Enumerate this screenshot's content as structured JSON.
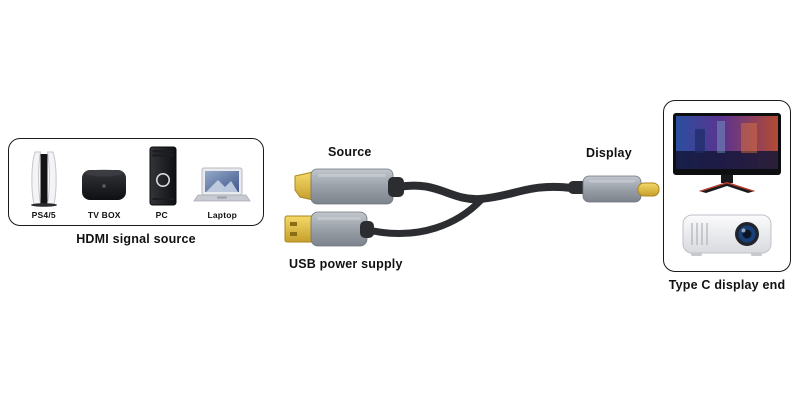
{
  "left_box": {
    "caption": "HDMI signal source",
    "devices": [
      {
        "name": "ps5-console",
        "label": "PS4/5"
      },
      {
        "name": "tv-box",
        "label": "TV BOX"
      },
      {
        "name": "pc-tower",
        "label": "PC"
      },
      {
        "name": "laptop",
        "label": "Laptop"
      }
    ]
  },
  "cable": {
    "source_label": "Source",
    "display_label": "Display",
    "usb_label": "USB power supply",
    "connectors": [
      "hdmi-plug",
      "usb-a-plug",
      "usb-c-plug"
    ]
  },
  "right_box": {
    "caption": "Type C display end",
    "devices": [
      {
        "name": "monitor"
      },
      {
        "name": "projector"
      }
    ]
  },
  "colors": {
    "connector_gold": "#e7c44a",
    "connector_metal": "#9aa0a8",
    "cable_black": "#2c2d30",
    "box_border": "#1a1a1a"
  }
}
